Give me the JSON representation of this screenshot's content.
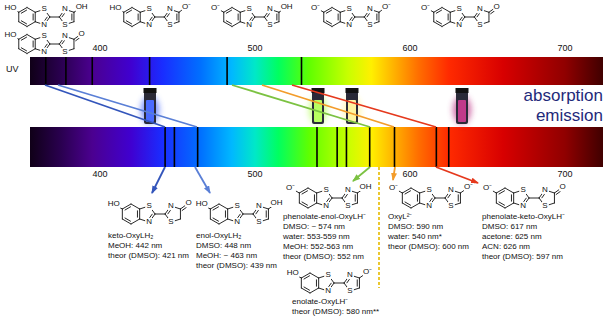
{
  "diagram": {
    "labels": [
      "HO",
      "S",
      "N",
      "N",
      "S",
      "OH",
      "HO",
      "S",
      "N",
      "N",
      "S",
      "O",
      "HO",
      "S",
      "N",
      "N",
      "S",
      "O⁻",
      "O⁻",
      "S",
      "N",
      "N",
      "S",
      "OH",
      "O⁻",
      "S",
      "N",
      "N",
      "S",
      "O⁻",
      "O⁻",
      "S",
      "N",
      "N",
      "S",
      "O",
      "UV",
      "400",
      "500",
      "600",
      "700",
      "absorption",
      "emission",
      "400",
      "500",
      "600",
      "700",
      "HO",
      "S",
      "N",
      "N",
      "S",
      "O",
      "HO",
      "S",
      "N",
      "N",
      "S",
      "OH",
      "O⁻",
      "S",
      "N",
      "N",
      "S",
      "OH",
      "O⁻",
      "S",
      "N",
      "N",
      "S",
      "O⁻",
      "O⁻",
      "S",
      "N",
      "N",
      "S",
      "O",
      "HO",
      "S",
      "N",
      "N",
      "S",
      "O⁻",
      "keto-OxyLH₂",
      "MeOH: 442 nm",
      "theor (DMSO): 421 nm",
      "enol-OxyLH₂",
      "DMSO: 448 nm",
      "MeOH: ~ 463 nm",
      "theor (DMSO): 439 nm",
      "phenolate-enol-OxyLH⁻",
      "DMSO: ~ 574 nm",
      "water: 553-559 nm",
      "MeOH: 552-563 nm",
      "theor (DMSO): 552 nm",
      "OxyL²⁻",
      "DMSO: 590 nm",
      "water: 540 nm*",
      "theor (DMSO): 600 nm",
      "phenolate-keto-OxyLH⁻",
      "DMSO: 617 nm",
      "acetone: 625 nm",
      "ACN: 626 nm",
      "theor (DMSO): 597 nm",
      "enolate-OxyLH⁻",
      "theor (DMSO): 580 nm**"
    ]
  }
}
